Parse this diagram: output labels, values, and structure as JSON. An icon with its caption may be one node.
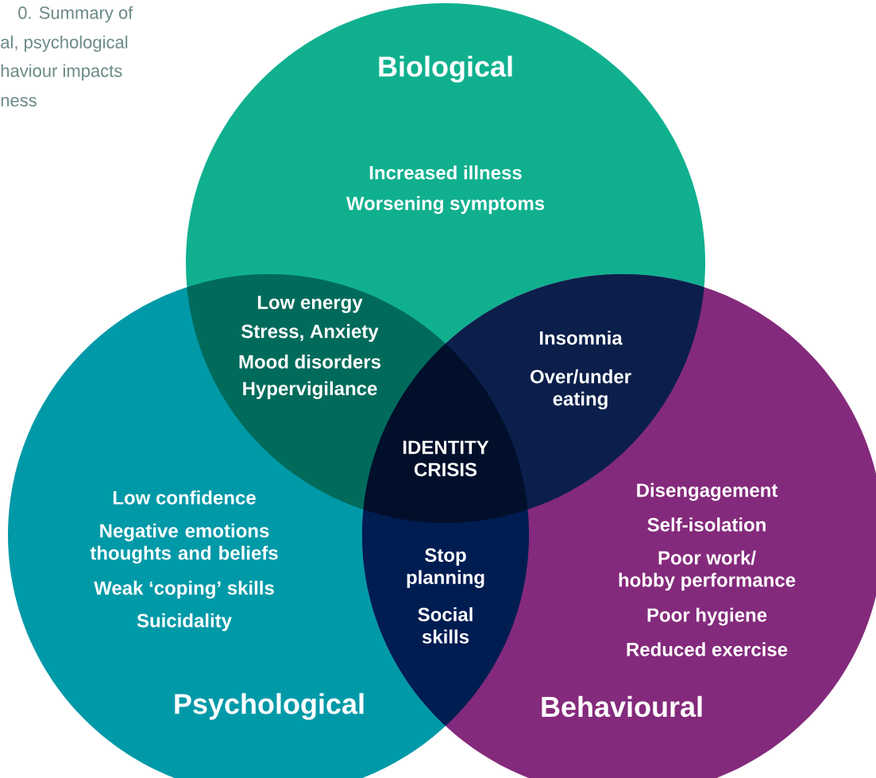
{
  "diagram": {
    "nodes": [
      {
        "text": [
          "Biological",
          "Increased illness",
          "Worsening symptoms"
        ]
      },
      {
        "text": [
          "Low confidence",
          "Negative emotions thoughts and beliefs",
          "Weak ‘coping’ skills",
          "Suicidality",
          "Psychological"
        ]
      },
      {
        "text": [
          "Disengagement",
          "Self-isolation",
          "Poor work/ hobby performance",
          "Poor hygiene",
          "Reduced exercise",
          "Behavioural"
        ]
      },
      {
        "text": [
          "Low energy",
          "Stress, Anxiety",
          "Mood disorders",
          "Hypervigilance"
        ]
      },
      {
        "text": [
          "Insomnia",
          "Over/under eating"
        ]
      },
      {
        "text": [
          "Stop planning",
          "Social skills"
        ]
      },
      {
        "text": [
          "IDENTITY CRISIS"
        ]
      }
    ],
    "labels": [
      "0. Summary of",
      "al, psychological",
      "haviour impacts",
      "ness"
    ]
  }
}
